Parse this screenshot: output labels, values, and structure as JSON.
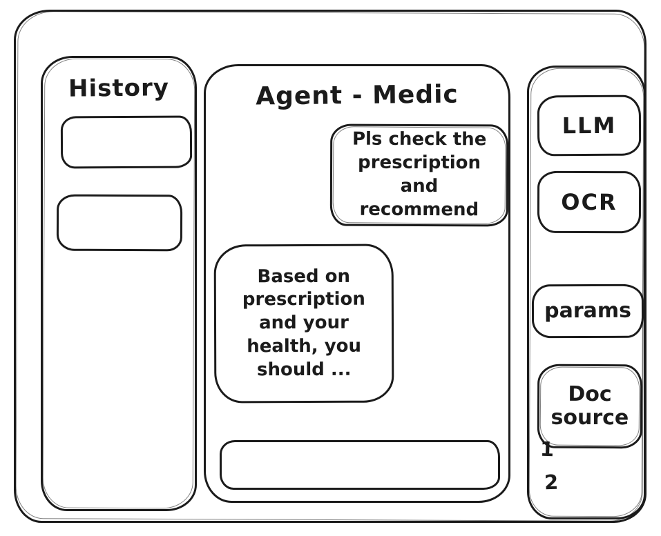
{
  "history_panel": {
    "title": "History",
    "items": [
      {
        "label": ""
      },
      {
        "label": ""
      }
    ]
  },
  "chat_panel": {
    "title": "Agent - Medic",
    "messages": [
      {
        "role": "user",
        "text": "Pls check the prescription and recommend"
      },
      {
        "role": "assistant",
        "text": "Based on prescription and your health, you should ..."
      }
    ],
    "input": {
      "value": "",
      "placeholder": ""
    }
  },
  "tools_panel": {
    "buttons": [
      {
        "label": "LLM"
      },
      {
        "label": "OCR"
      },
      {
        "label": "params"
      },
      {
        "label": "Doc source"
      }
    ],
    "doc_sources": [
      "1",
      "2"
    ]
  },
  "colors": {
    "ink": "#1b1b1b",
    "paper": "#ffffff"
  }
}
